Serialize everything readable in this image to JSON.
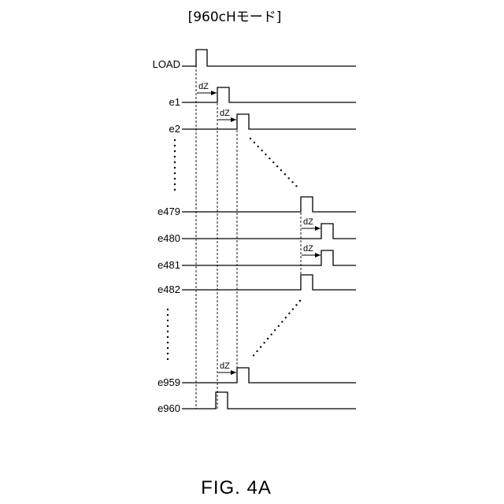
{
  "title": "[960cHモード]",
  "caption": "FIG. 4A",
  "delay_label": "dZ",
  "signals": [
    {
      "id": "load",
      "label": "LOAD"
    },
    {
      "id": "e1",
      "label": "e1"
    },
    {
      "id": "e2",
      "label": "e2"
    },
    {
      "id": "e479",
      "label": "e479"
    },
    {
      "id": "e480",
      "label": "e480"
    },
    {
      "id": "e481",
      "label": "e481"
    },
    {
      "id": "e482",
      "label": "e482"
    },
    {
      "id": "e959",
      "label": "e959"
    },
    {
      "id": "e960",
      "label": "e960"
    }
  ]
}
